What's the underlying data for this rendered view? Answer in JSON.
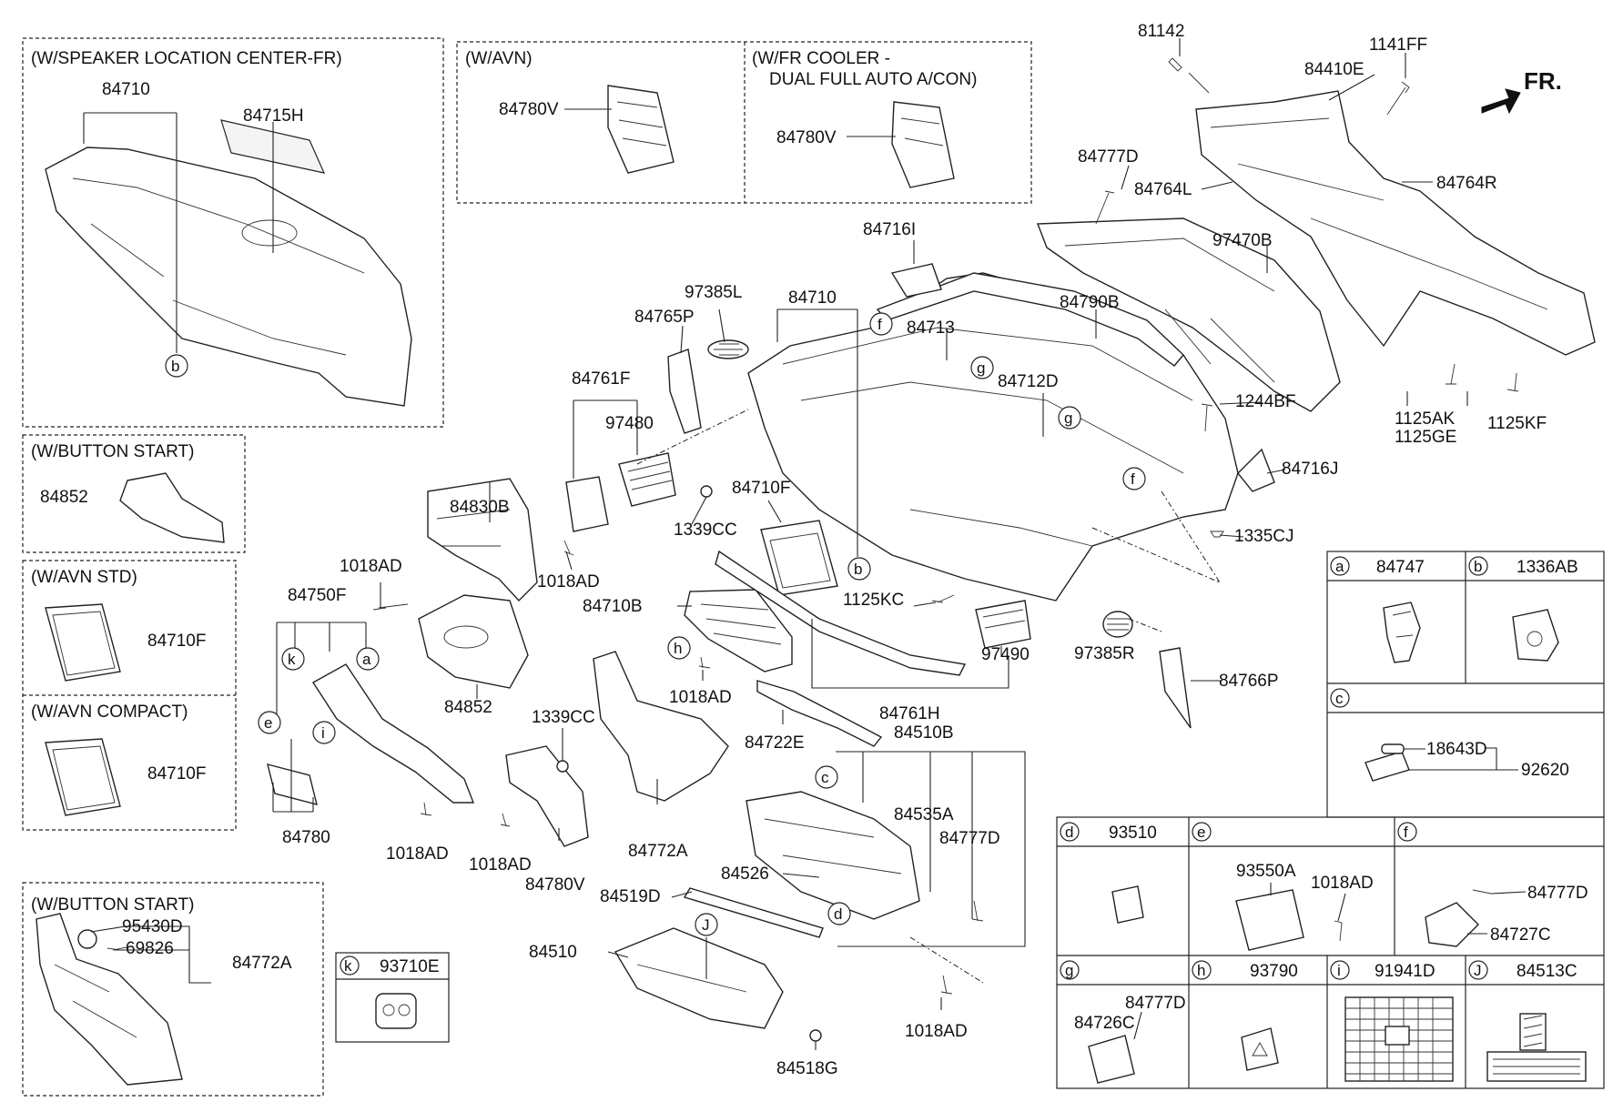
{
  "fr_label": "FR.",
  "boxes": {
    "speaker": "(W/SPEAKER LOCATION CENTER-FR)",
    "avn": "(W/AVN)",
    "cooler_l1": "(W/FR COOLER -",
    "cooler_l2": "DUAL FULL AUTO A/CON)",
    "button_start_1": "(W/BUTTON START)",
    "avn_std": "(W/AVN STD)",
    "avn_compact": "(W/AVN COMPACT)",
    "button_start_2": "(W/BUTTON START)"
  },
  "labels": {
    "p84710_a": "84710",
    "p84715H": "84715H",
    "p84780V_a": "84780V",
    "p84780V_b": "84780V",
    "p81142": "81142",
    "p1141FF": "1141FF",
    "p84410E": "84410E",
    "p84777D_a": "84777D",
    "p84764L": "84764L",
    "p84764R": "84764R",
    "p97470B": "97470B",
    "p84716I": "84716I",
    "p97385L": "97385L",
    "p84710_b": "84710",
    "p84765P": "84765P",
    "p84713": "84713",
    "p84790B": "84790B",
    "p84712D": "84712D",
    "p84761F": "84761F",
    "p97480": "97480",
    "p1244BF": "1244BF",
    "p1125AK": "1125AK",
    "p1125GE": "1125GE",
    "p1125KF": "1125KF",
    "p84716J": "84716J",
    "p84852_a": "84852",
    "p84710F_a": "84710F",
    "p1339CC_a": "1339CC",
    "p84830B": "84830B",
    "p1018AD_a": "1018AD",
    "p1335CJ": "1335CJ",
    "p1018AD_b": "1018AD",
    "p84750F": "84750F",
    "p84710F_b": "84710F",
    "p84710B": "84710B",
    "p1125KC": "1125KC",
    "p97490": "97490",
    "p97385R": "97385R",
    "p84710F_c": "84710F",
    "p84852_b": "84852",
    "p1018AD_c": "1018AD",
    "p84766P": "84766P",
    "p84761H": "84761H",
    "p84510B": "84510B",
    "p1339CC_b": "1339CC",
    "p84722E": "84722E",
    "p84780_i": "84780",
    "p84535A": "84535A",
    "p84777D_b": "84777D",
    "p1018AD_d": "1018AD",
    "p84772A_a": "84772A",
    "p1018AD_e": "1018AD",
    "p84780V_c": "84780V",
    "p84526": "84526",
    "p84519D": "84519D",
    "p95430D": "95430D",
    "p69826": "69826",
    "p84772A_b": "84772A",
    "p84510": "84510",
    "p1018AD_f": "1018AD",
    "p84518G": "84518G"
  },
  "callouts": {
    "a": "a",
    "b": "b",
    "c": "c",
    "d": "d",
    "e": "e",
    "f": "f",
    "g": "g",
    "h": "h",
    "i": "i",
    "J": "J",
    "k": "k"
  },
  "legend": {
    "a": {
      "key": "a",
      "part": "84747"
    },
    "b": {
      "key": "b",
      "part": "1336AB"
    },
    "c": {
      "key": "c",
      "parts": [
        "18643D",
        "92620"
      ]
    },
    "d": {
      "key": "d",
      "part": "93510"
    },
    "e": {
      "key": "e",
      "parts": [
        "93550A",
        "1018AD"
      ]
    },
    "f": {
      "key": "f",
      "parts": [
        "84777D",
        "84727C"
      ]
    },
    "g": {
      "key": "g",
      "parts": [
        "84726C",
        "84777D"
      ]
    },
    "h": {
      "key": "h",
      "part": "93790"
    },
    "i": {
      "key": "i",
      "part": "91941D"
    },
    "J": {
      "key": "J",
      "part": "84513C"
    },
    "k": {
      "key": "k",
      "part": "93710E"
    }
  },
  "colors": {
    "ink": "#222222",
    "background": "#ffffff"
  }
}
